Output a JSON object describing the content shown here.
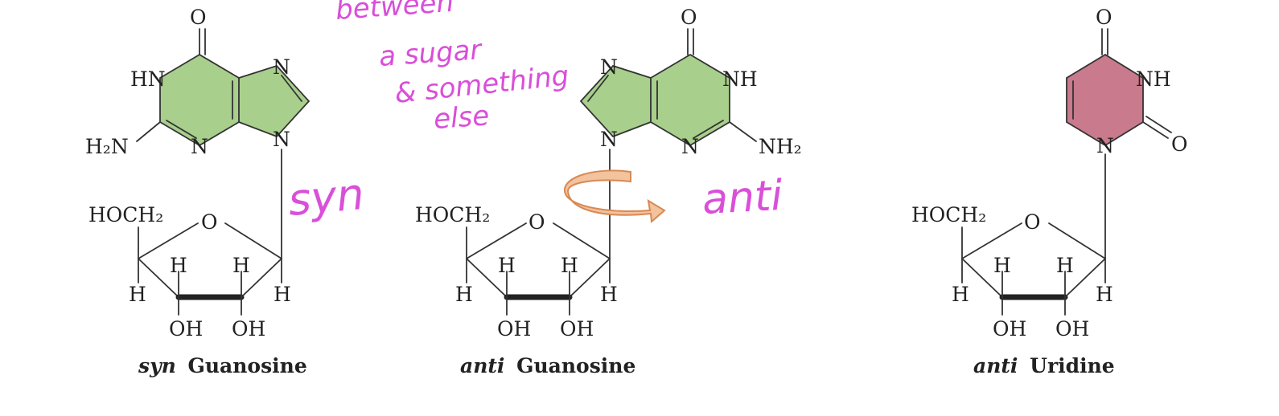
{
  "colors": {
    "purine_fill": "#a8cf8c",
    "pyrimidine_fill": "#c97a8c",
    "arrow_fill": "#f2c39d",
    "arrow_stroke": "#d98854",
    "handwriting": "#d94fd9"
  },
  "molecules": [
    {
      "caption_prefix": "syn",
      "caption_name": "Guanosine",
      "atoms": {
        "o_top": "O",
        "hn": "HN",
        "n_right_top": "N",
        "h2n": "H₂N",
        "n_bottom": "N",
        "n9": "N",
        "hoch2": "HOCH₂",
        "o_ring": "O",
        "h1": "H",
        "h2": "H",
        "h3": "H",
        "h4": "H",
        "oh1": "OH",
        "oh2": "OH"
      }
    },
    {
      "caption_prefix": "anti",
      "caption_name": "Guanosine",
      "atoms": {
        "o_top": "O",
        "nh": "NH",
        "n_left_top": "N",
        "nh2": "NH₂",
        "n_bottom": "N",
        "n9": "N",
        "hoch2": "HOCH₂",
        "o_ring": "O",
        "h1": "H",
        "h2": "H",
        "h3": "H",
        "h4": "H",
        "oh1": "OH",
        "oh2": "OH"
      }
    },
    {
      "caption_prefix": "anti",
      "caption_name": "Uridine",
      "atoms": {
        "o_top": "O",
        "nh": "NH",
        "o_right": "O",
        "n1": "N",
        "hoch2": "HOCH₂",
        "o_ring": "O",
        "h1": "H",
        "h2": "H",
        "h3": "H",
        "h4": "H",
        "oh1": "OH",
        "oh2": "OH"
      }
    }
  ],
  "annotations": {
    "line1": "between",
    "line2": "a sugar",
    "line3": "& something",
    "line4": "else",
    "syn": "syn",
    "anti": "anti"
  }
}
